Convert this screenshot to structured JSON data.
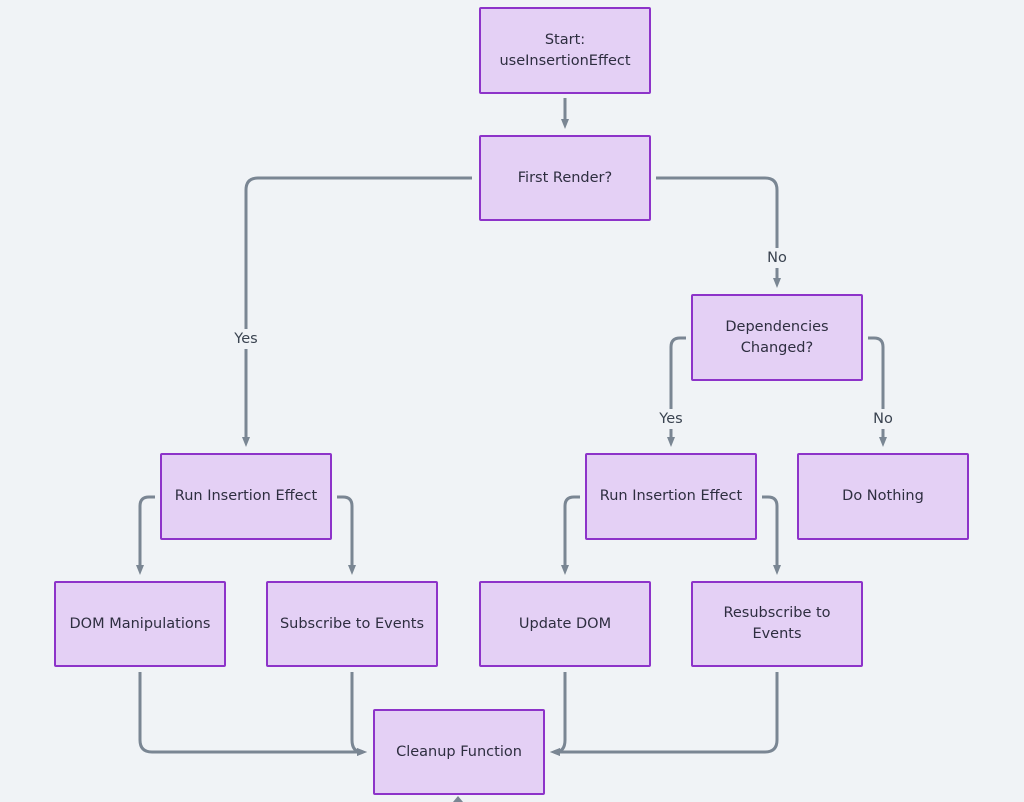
{
  "nodes": {
    "start": "Start:\nuseInsertionEffect",
    "first_render": "First Render?",
    "deps_changed": "Dependencies\nChanged?",
    "run_effect_left": "Run Insertion Effect",
    "run_effect_right": "Run Insertion Effect",
    "do_nothing": "Do Nothing",
    "dom_manipulations": "DOM Manipulations",
    "subscribe_events": "Subscribe to Events",
    "update_dom": "Update DOM",
    "resubscribe_events": "Resubscribe to\nEvents",
    "cleanup": "Cleanup Function"
  },
  "edge_labels": {
    "first_yes": "Yes",
    "first_no": "No",
    "deps_yes": "Yes",
    "deps_no": "No"
  },
  "colors": {
    "node_fill": "#e4d0f5",
    "node_border": "#8d33c9",
    "edge": "#7a8693",
    "background": "#f0f3f6"
  }
}
